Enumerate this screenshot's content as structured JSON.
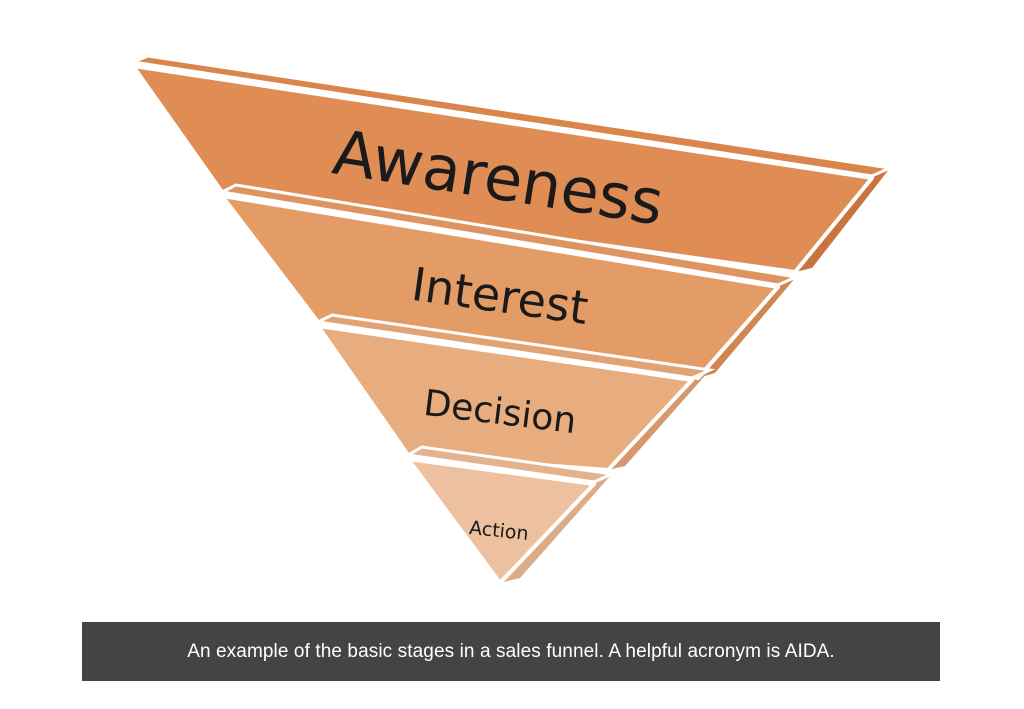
{
  "diagram": {
    "stages": [
      {
        "label": "Awareness",
        "color": "#E08D55"
      },
      {
        "label": "Interest",
        "color": "#E49C66"
      },
      {
        "label": "Decision",
        "color": "#E8AD7E"
      },
      {
        "label": "Action",
        "color": "#EDC19F"
      }
    ],
    "edge_color": "#ffffff",
    "rim_color": "#C9743E"
  },
  "caption": {
    "text": "An example of the basic stages in a sales funnel. A helpful acronym is AIDA.",
    "background": "#444444"
  }
}
